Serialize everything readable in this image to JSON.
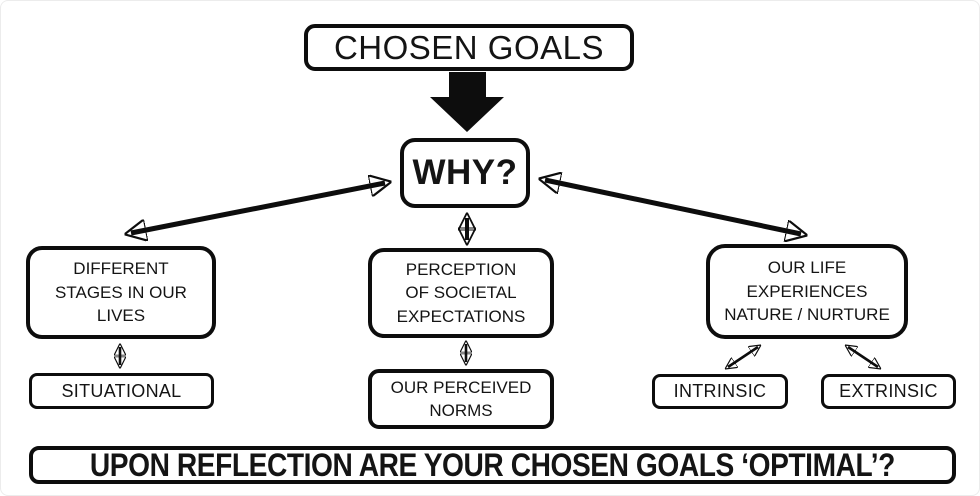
{
  "boxes": {
    "chosen_goals": "CHOSEN GOALS",
    "why": "WHY?",
    "stages": {
      "line1": "DIFFERENT",
      "line2": "STAGES IN OUR",
      "line3": "LIVES"
    },
    "perception": {
      "line1": "PERCEPTION",
      "line2": "OF SOCIETAL",
      "line3": "EXPECTATIONS"
    },
    "experiences": {
      "line1": "OUR LIFE",
      "line2": "EXPERIENCES",
      "line3": "NATURE / NURTURE"
    },
    "situational": "SITUATIONAL",
    "perceived_norms": {
      "line1": "OUR PERCEIVED",
      "line2": "NORMS"
    },
    "intrinsic": "INTRINSIC",
    "extrinsic": "EXTRINSIC",
    "footer": "UPON REFLECTION ARE YOUR CHOSEN GOALS ‘OPTIMAL’?"
  },
  "colors": {
    "line": "#0d0d0d",
    "bg": "#ffffff",
    "ink": "#141414"
  }
}
